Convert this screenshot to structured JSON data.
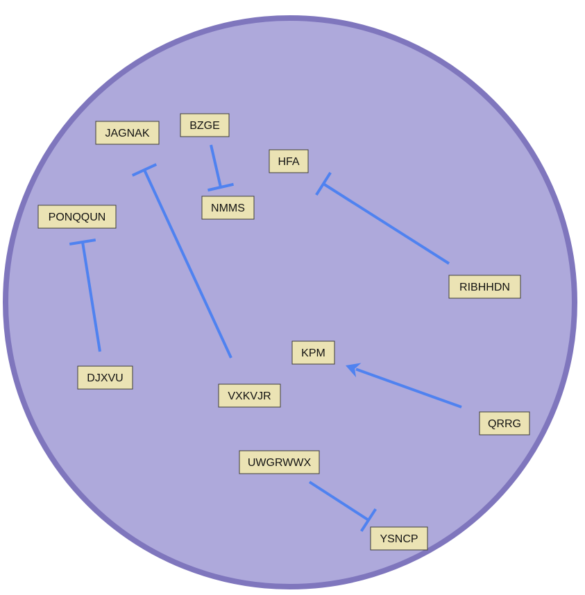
{
  "colors": {
    "background": "#ffffff",
    "compartment_fill": "#aea9db",
    "compartment_stroke": "#7f76bd",
    "edge": "#4f82f0",
    "node_fill": "#ebe3b4",
    "node_border": "#3d3d33"
  },
  "nodes": [
    {
      "id": "jagnak",
      "label": "JAGNAK"
    },
    {
      "id": "bzge",
      "label": "BZGE"
    },
    {
      "id": "hfa",
      "label": "HFA"
    },
    {
      "id": "nmms",
      "label": "NMMS"
    },
    {
      "id": "ponqqun",
      "label": "PONQQUN"
    },
    {
      "id": "ribhhdn",
      "label": "RIBHHDN"
    },
    {
      "id": "kpm",
      "label": "KPM"
    },
    {
      "id": "djxvu",
      "label": "DJXVU"
    },
    {
      "id": "vxkvjr",
      "label": "VXKVJR"
    },
    {
      "id": "qrrg",
      "label": "QRRG"
    },
    {
      "id": "uwgrwwx",
      "label": "UWGRWWX"
    },
    {
      "id": "ysncp",
      "label": "YSNCP"
    }
  ],
  "edges": [
    {
      "source": "bzge",
      "target": "nmms",
      "type": "inhibition"
    },
    {
      "source": "vxkvjr",
      "target": "jagnak",
      "type": "inhibition"
    },
    {
      "source": "ribhhdn",
      "target": "hfa",
      "type": "inhibition"
    },
    {
      "source": "djxvu",
      "target": "ponqqun",
      "type": "inhibition"
    },
    {
      "source": "qrrg",
      "target": "kpm",
      "type": "activation"
    },
    {
      "source": "uwgrwwx",
      "target": "ysncp",
      "type": "inhibition"
    }
  ]
}
